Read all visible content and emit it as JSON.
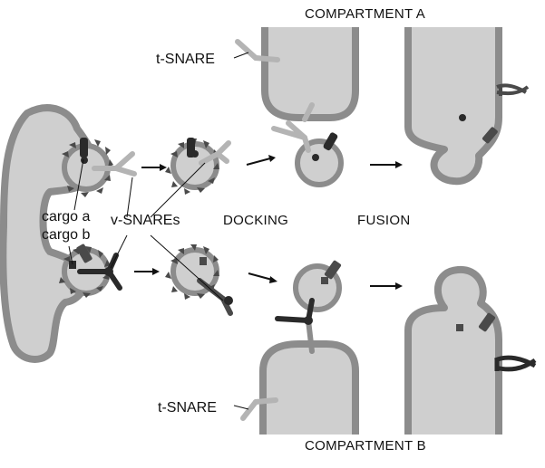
{
  "labels": {
    "compartment_a": "COMPARTMENT A",
    "compartment_b": "COMPARTMENT B",
    "t_snare_top": "t-SNARE",
    "t_snare_bottom": "t-SNARE",
    "cargo_a": "cargo a",
    "cargo_b": "cargo b",
    "v_snares": "v-SNAREs",
    "docking": "DOCKING",
    "fusion": "FUSION"
  },
  "colors": {
    "membrane": "#8c8c8c",
    "lumen": "#cfcfcf",
    "coat": "#4a4a4a",
    "dark_snare": "#2a2a2a",
    "light_snare": "#b4b4b4"
  }
}
